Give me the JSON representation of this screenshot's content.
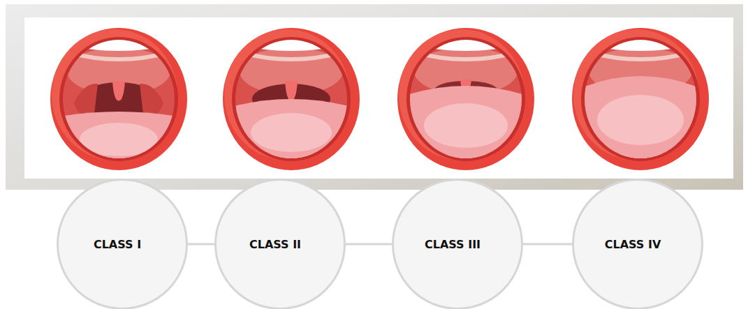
{
  "diagram": {
    "nodes": [
      {
        "text": [
          "CLASS I"
        ]
      },
      {
        "text": [
          "CLASS II"
        ]
      },
      {
        "text": [
          "CLASS III"
        ]
      },
      {
        "text": [
          "CLASS IV"
        ]
      }
    ],
    "edges": [
      {
        "from": 0,
        "to": 1,
        "arrow": "none"
      },
      {
        "from": 1,
        "to": 2,
        "arrow": "none"
      },
      {
        "from": 2,
        "to": 3,
        "arrow": "none"
      }
    ]
  }
}
